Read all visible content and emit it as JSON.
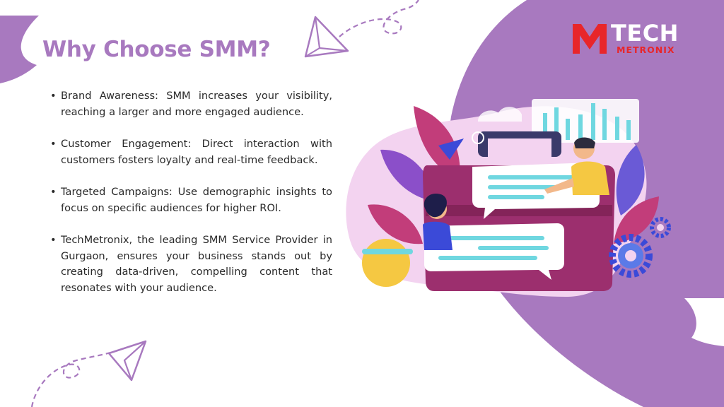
{
  "slide": {
    "title": "Why Choose SMM?",
    "bullets": [
      "Brand Awareness: SMM increases your visibility, reaching a larger and more engaged audience.",
      "Customer Engagement: Direct interaction with customers fosters loyalty and real-time feedback.",
      "Targeted Campaigns: Use demographic insights to focus on specific audiences for higher ROI.",
      "TechMetronix, the leading SMM Service Provider in Gurgaon, ensures your business stands out by creating data-driven, compelling content that resonates with your audience."
    ]
  },
  "logo": {
    "brand": "TECH",
    "subtitle": "METRONIX"
  },
  "colors": {
    "accent_purple": "#a879bf",
    "logo_red": "#e8262a",
    "briefcase": "#9c2f6e",
    "chat_bubble": "#ffffff",
    "bubble_lines": "#6fd7e0"
  },
  "icons": [
    "paper-plane-icon",
    "gear-icon",
    "bar-chart-icon",
    "chat-bubble-icon"
  ]
}
